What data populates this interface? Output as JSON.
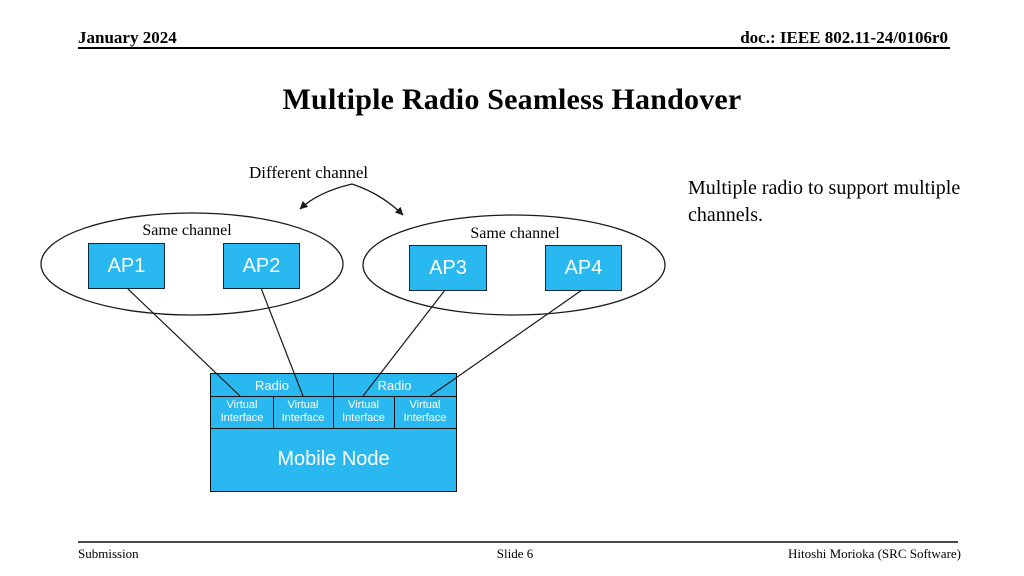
{
  "header": {
    "date": "January 2024",
    "doc_number": "doc.: IEEE 802.11-24/0106r0"
  },
  "title": "Multiple Radio Seamless Handover",
  "diagram": {
    "different_channel_label": "Different channel",
    "left_group": {
      "label": "Same channel",
      "aps": [
        "AP1",
        "AP2"
      ]
    },
    "right_group": {
      "label": "Same channel",
      "aps": [
        "AP3",
        "AP4"
      ]
    },
    "note": "Multiple radio to support multiple channels.",
    "mobile_node": {
      "radios": [
        "Radio",
        "Radio"
      ],
      "virtual_interfaces": [
        "Virtual Interface",
        "Virtual Interface",
        "Virtual Interface",
        "Virtual Interface"
      ],
      "label": "Mobile Node"
    }
  },
  "footer": {
    "left": "Submission",
    "center": "Slide 6",
    "right": "Hitoshi Morioka (SRC Software)"
  },
  "colors": {
    "box_fill": "#29B9F0",
    "box_text": "#FFFFFF",
    "line": "#1A1A1A"
  }
}
